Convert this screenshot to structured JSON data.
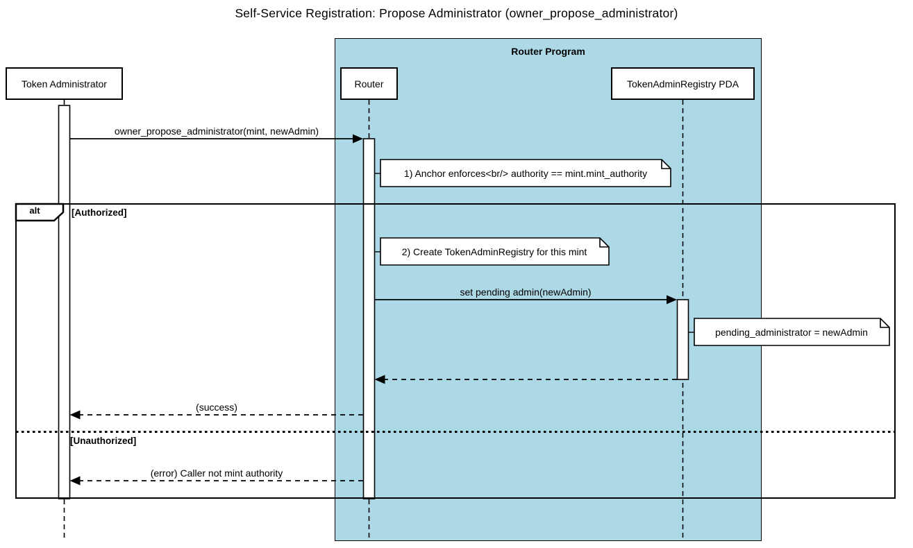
{
  "title": "Self-Service Registration: Propose Administrator (owner_propose_administrator)",
  "colors": {
    "container_bg": "#add8e6",
    "stroke": "#000000",
    "fill": "#ffffff"
  },
  "container": {
    "label": "Router Program"
  },
  "participants": {
    "token_admin": "Token Administrator",
    "router": "Router",
    "registry_pda": "TokenAdminRegistry PDA"
  },
  "alt_frame": {
    "operator": "alt",
    "authorized_label": "[Authorized]",
    "unauthorized_label": "[Unauthorized]"
  },
  "messages": {
    "propose": "owner_propose_administrator(mint, newAdmin)",
    "set_pending": "set pending admin(newAdmin)",
    "success": "(success)",
    "error": "(error) Caller not mint authority"
  },
  "notes": {
    "anchor_enforces": "1) Anchor enforces<br/> authority == mint.mint_authority",
    "create_registry": "2) Create TokenAdminRegistry for this mint",
    "pending_admin": "pending_administrator = newAdmin"
  }
}
